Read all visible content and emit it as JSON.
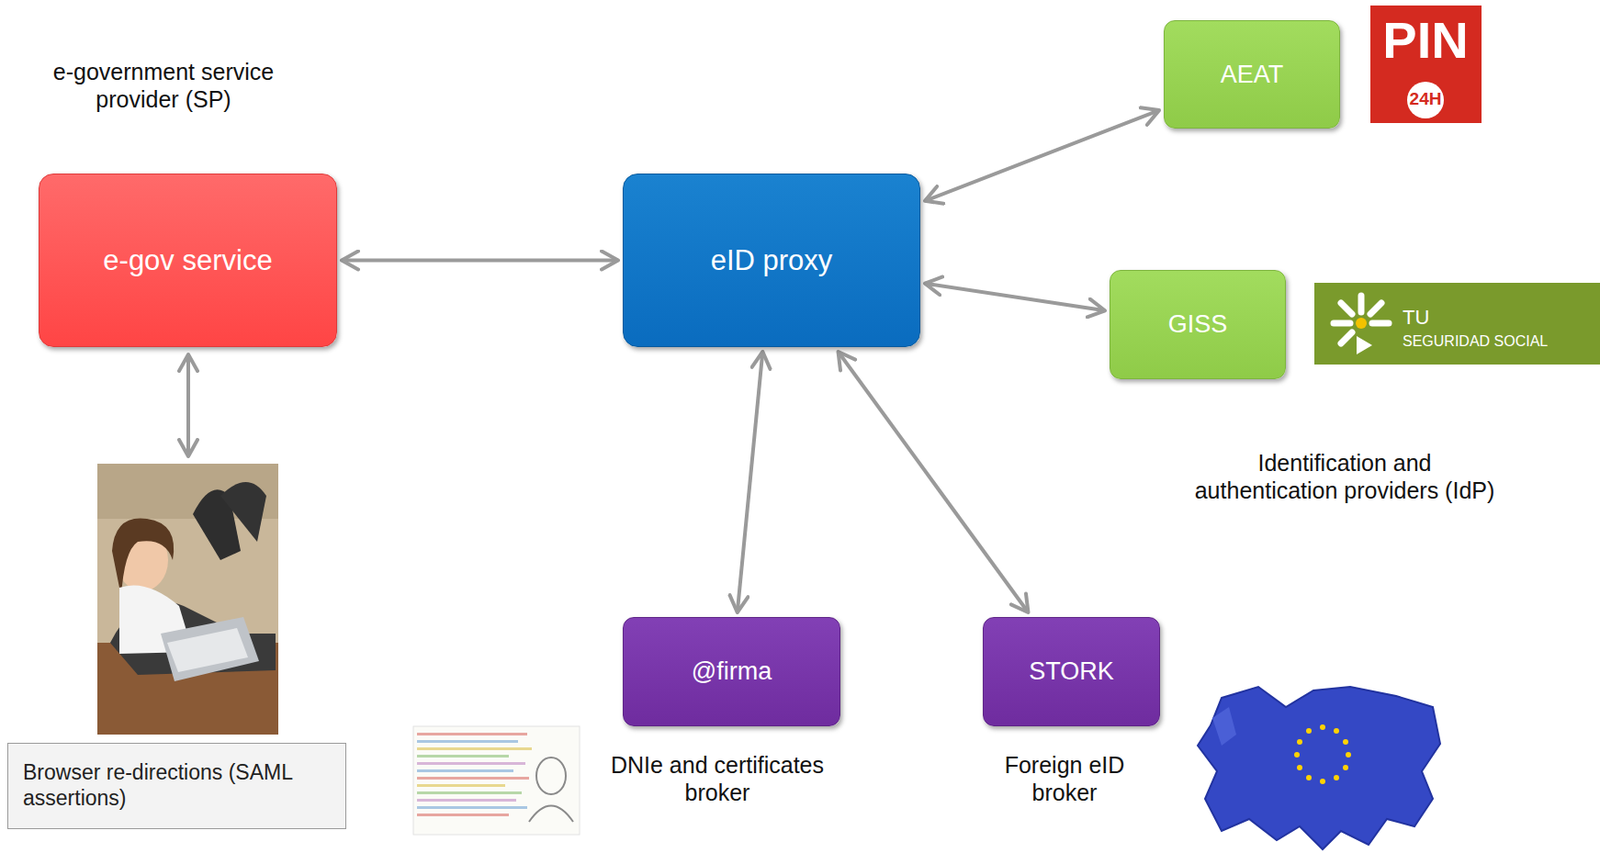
{
  "diagram": {
    "nodes": [
      {
        "text": [
          "e-gov service"
        ]
      },
      {
        "text": [
          "eID proxy"
        ]
      },
      {
        "text": [
          "AEAT"
        ]
      },
      {
        "text": [
          "GISS"
        ]
      },
      {
        "text": [
          "@firma"
        ]
      },
      {
        "text": [
          "STORK"
        ]
      },
      {
        "text": [
          "Browser re-directions (SAML assertions)"
        ]
      }
    ],
    "edges": [
      {
        "from": 0,
        "to": 1,
        "arrow": "both"
      },
      {
        "from": 1,
        "to": 2,
        "arrow": "both"
      },
      {
        "from": 1,
        "to": 3,
        "arrow": "both"
      },
      {
        "from": 1,
        "to": 4,
        "arrow": "both"
      },
      {
        "from": 1,
        "to": 5,
        "arrow": "both"
      }
    ],
    "labels": [
      "e-government service provider (SP)",
      "PIN",
      "24H",
      "TU",
      "SEGURIDAD SOCIAL",
      "Identification and authentication providers (IdP)",
      "DNIe and certificates broker",
      "Foreign eID broker"
    ]
  }
}
